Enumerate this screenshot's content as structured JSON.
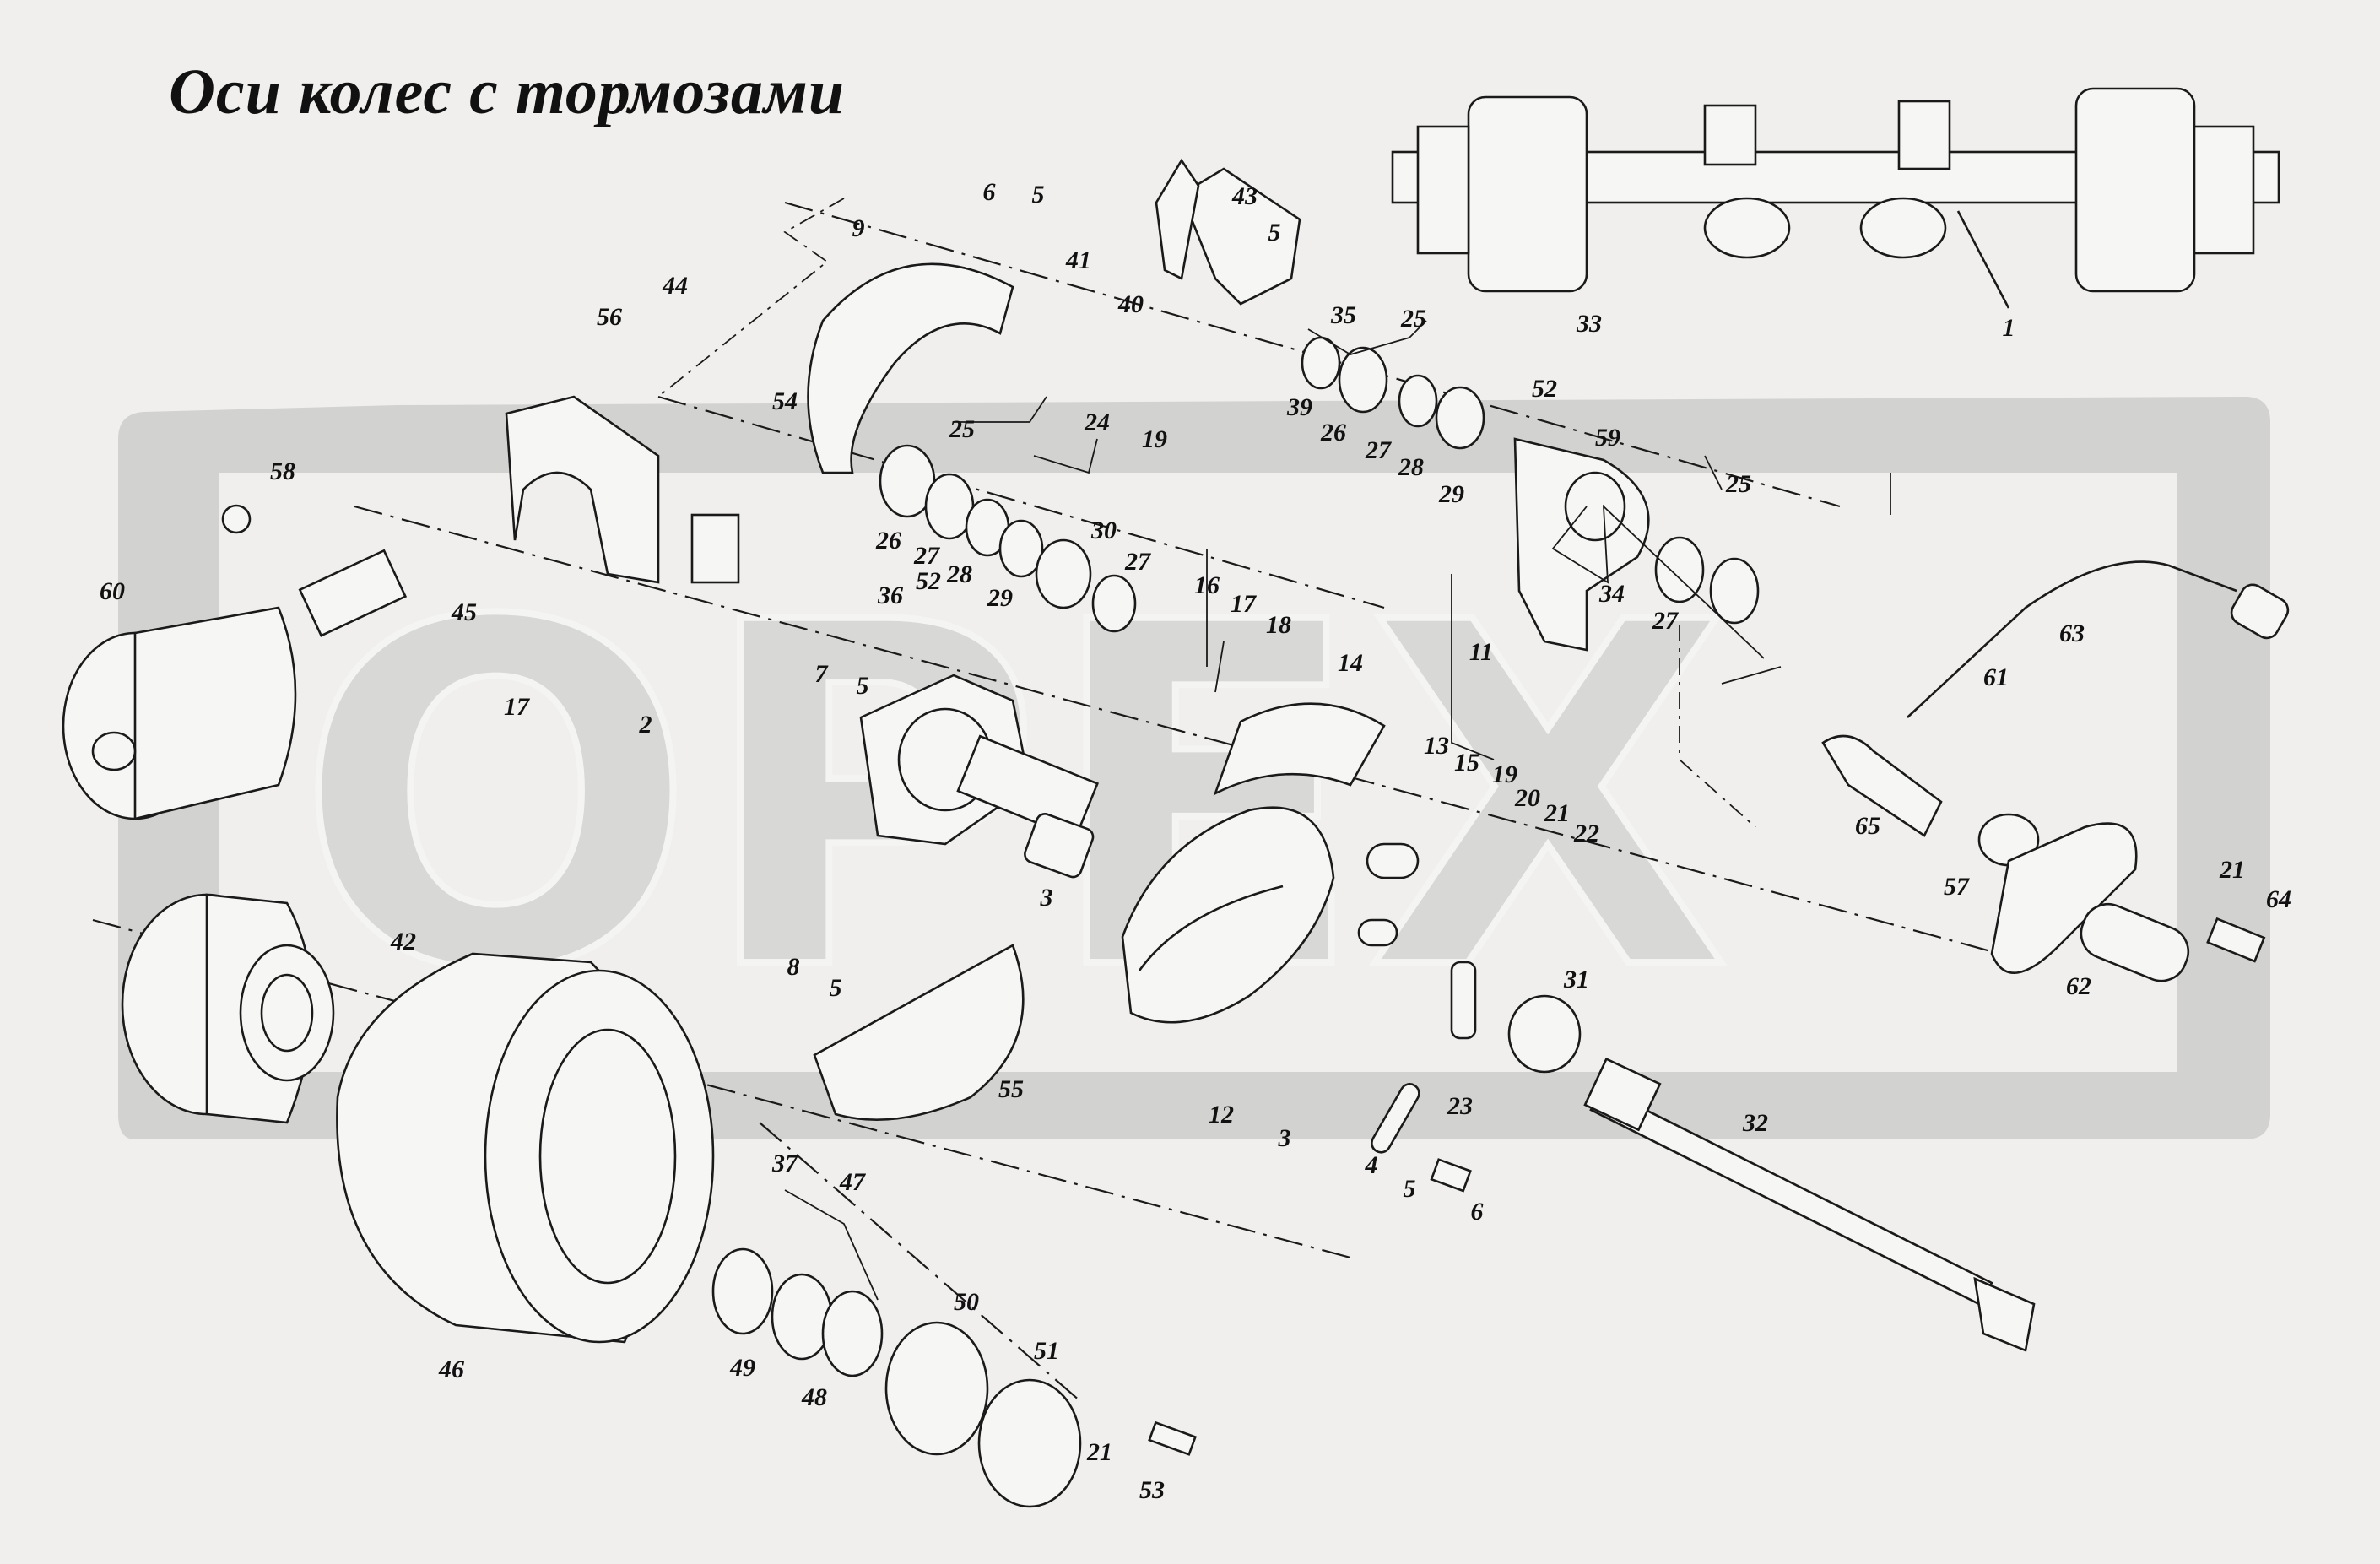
{
  "title": "Оси колес с тормозами",
  "watermark": {
    "text": "OPEX",
    "color": "#d2d2d0"
  },
  "colors": {
    "background": "#f0efed",
    "ink": "#1a1a1a"
  },
  "callouts": {
    "c1": "1",
    "c2": "2",
    "c3a": "3",
    "c3b": "3",
    "c4": "4",
    "c5a": "5",
    "c5b": "5",
    "c5c": "5",
    "c5d": "5",
    "c5e": "5",
    "c6a": "6",
    "c6b": "6",
    "c7": "7",
    "c8": "8",
    "c9": "9",
    "c11": "11",
    "c12": "12",
    "c13": "13",
    "c14": "14",
    "c15": "15",
    "c16": "16",
    "c17a": "17",
    "c17b": "17",
    "c18": "18",
    "c19a": "19",
    "c19b": "19",
    "c20": "20",
    "c21a": "21",
    "c21b": "21",
    "c21c": "21",
    "c22": "22",
    "c23": "23",
    "c24": "24",
    "c25a": "25",
    "c25b": "25",
    "c25c": "25",
    "c26a": "26",
    "c26b": "26",
    "c27a": "27",
    "c27b": "27",
    "c27c": "27",
    "c27d": "27",
    "c28a": "28",
    "c28b": "28",
    "c29a": "29",
    "c29b": "29",
    "c30": "30",
    "c31": "31",
    "c32": "32",
    "c33": "33",
    "c34": "34",
    "c35": "35",
    "c36": "36",
    "c37": "37",
    "c39": "39",
    "c40": "40",
    "c41": "41",
    "c42": "42",
    "c43": "43",
    "c44": "44",
    "c45": "45",
    "c46": "46",
    "c47": "47",
    "c48": "48",
    "c49": "49",
    "c50": "50",
    "c51": "51",
    "c52a": "52",
    "c52b": "52",
    "c53": "53",
    "c54": "54",
    "c55": "55",
    "c56": "56",
    "c57": "57",
    "c58": "58",
    "c59": "59",
    "c60": "60",
    "c61": "61",
    "c62": "62",
    "c63": "63",
    "c64": "64",
    "c65": "65"
  }
}
